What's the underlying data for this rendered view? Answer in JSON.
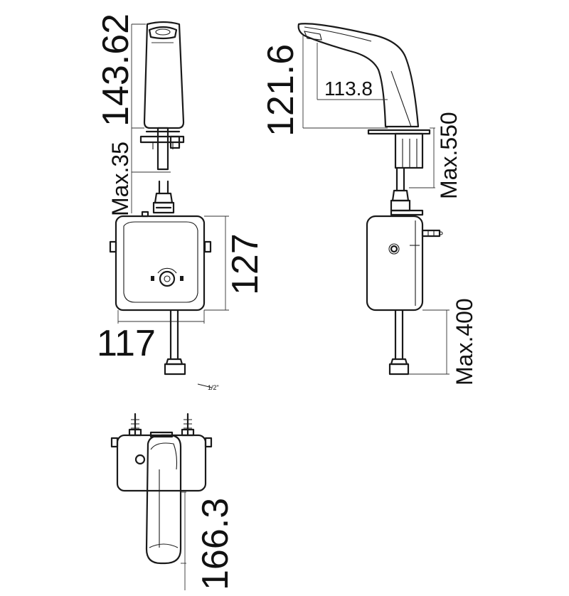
{
  "dimensions": {
    "front_spout_height": "143.62",
    "front_max_deck": "Max.35",
    "box_height": "127",
    "box_width": "117",
    "side_total_height": "121.6",
    "side_spout_reach": "113.8",
    "side_max_hose": "Max.550",
    "side_max_outlet_hose": "Max.400",
    "top_length": "166.3"
  },
  "colors": {
    "line": "#1a1a1a",
    "background": "#ffffff"
  }
}
